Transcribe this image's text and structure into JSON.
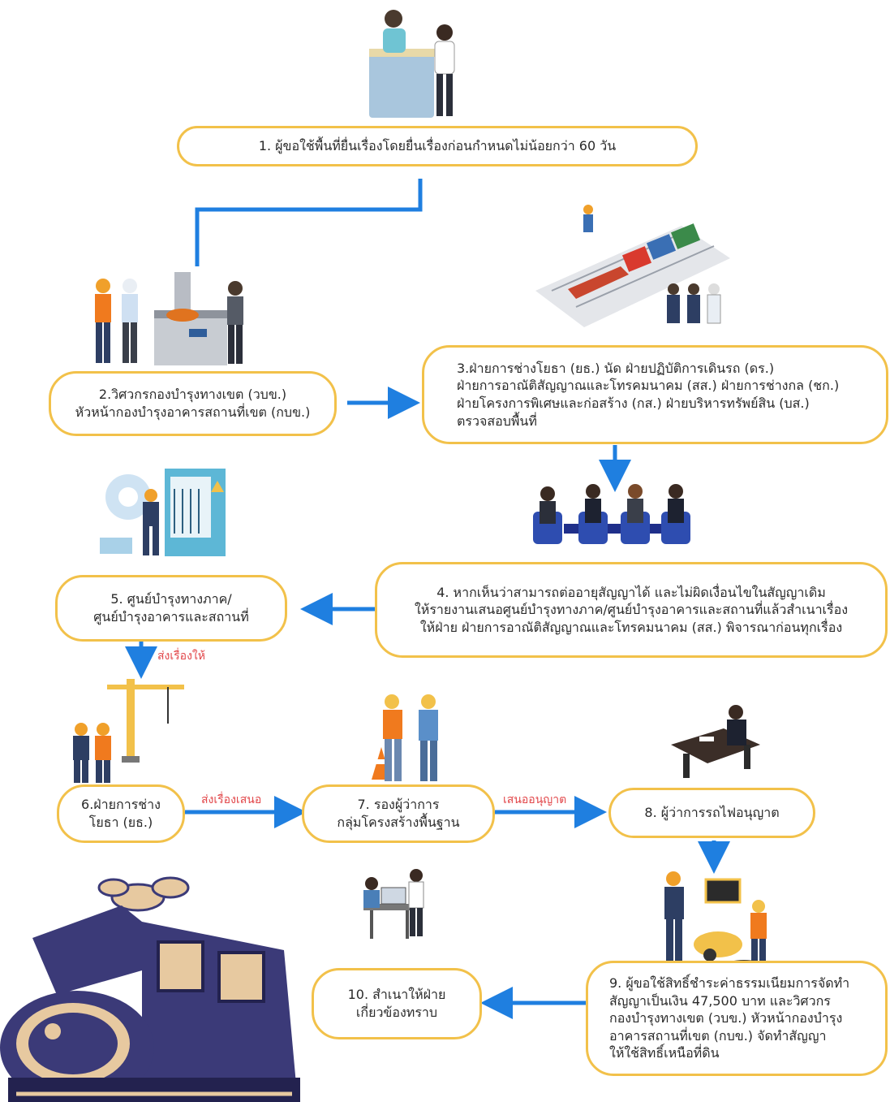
{
  "steps": [
    {
      "id": "step-1",
      "text": "1. ผู้ขอใช้พื้นที่ยื่นเรื่องโดยยื่นเรื่องก่อนกำหนดไม่น้อยกว่า  60 วัน"
    },
    {
      "id": "step-2",
      "text": "2.วิศวกรกองบำรุงทางเขต (วบข.)\nหัวหน้ากองบำรุงอาคารสถานที่เขต (กบข.)"
    },
    {
      "id": "step-3",
      "text": "3.ฝ่ายการช่างโยธา (ยธ.) นัด ฝ่ายปฏิบัติการเดินรถ (ดร.)\nฝ่ายการอาณัติสัญญาณและโทรคมนาคม (สส.) ฝ่ายการช่างกล (ชก.)\nฝ่ายโครงการพิเศษและก่อสร้าง (กส.) ฝ่ายบริหารทรัพย์สิน (บส.)\nตรวจสอบพื้นที่"
    },
    {
      "id": "step-4",
      "text": "4. หากเห็นว่าสามารถต่ออายุสัญญาได้ และไม่ผิดเงื่อนไขในสัญญาเดิม\nให้รายงานเสนอศูนย์บำรุงทางภาค/ศูนย์บำรุงอาคารและสถานที่แล้วสำเนาเรื่อง\nให้ฝ่าย ฝ่ายการอาณัติสัญญาณและโทรคมนาคม (สส.) พิจารณาก่อนทุกเรื่อง"
    },
    {
      "id": "step-5",
      "text": "5. ศูนย์บำรุงทางภาค/\nศูนย์บำรุงอาคารและสถานที่"
    },
    {
      "id": "step-6",
      "text": "6.ฝ่ายการช่าง\nโยธา (ยธ.)"
    },
    {
      "id": "step-7",
      "text": "7. รองผู้ว่าการ\nกลุ่มโครงสร้างพื้นฐาน"
    },
    {
      "id": "step-8",
      "text": "8. ผู้ว่าการรถไฟอนุญาต"
    },
    {
      "id": "step-9",
      "text": "9. ผู้ขอใช้สิทธิ์ชำระค่าธรรมเนียมการจัดทำ\nสัญญาเป็นเงิน 47,500 บาท และวิศวกร\nกองบำรุงทางเขต (วบข.) หัวหน้ากองบำรุง\nอาคารสถานที่เขต (กบข.) จัดทำสัญญา\nให้ใช้สิทธิ์เหนือที่ดิน"
    },
    {
      "id": "step-10",
      "text": "10. สำเนาให้ฝ่าย\nเกี่ยวข้องทราบ"
    }
  ],
  "arrow_labels": {
    "send_to": "ส่งเรื่องให้",
    "send_propose": "ส่งเรื่องเสนอ",
    "propose_approve": "เสนออนุญาต"
  },
  "colors": {
    "box_border": "#f2c14a",
    "arrow": "#1f7fe0",
    "label": "#e2474a",
    "train": "#3b3a78"
  }
}
